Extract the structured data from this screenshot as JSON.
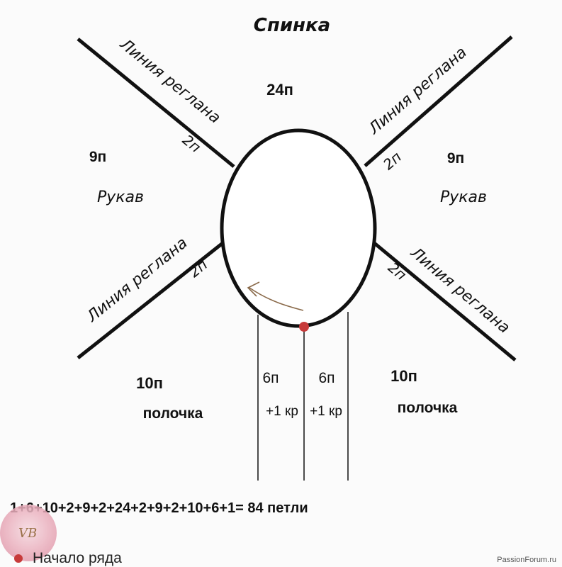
{
  "labels": {
    "back": "Спинка",
    "back_count": "24п",
    "raglan_line": "Линия реглана",
    "two_st": "2п",
    "sleeve_count": "9п",
    "sleeve": "Рукав",
    "front_count": "10п",
    "front": "полочка",
    "center_count": "6п",
    "edge_st": "+1 кр"
  },
  "formula": "1+6+10+2+9+2+24+2+9+2+10+6+1= 84 петли",
  "legend": {
    "start_of_row": "Начало ряда"
  },
  "logo_text": "VB",
  "watermark": "PassionForum.ru",
  "colors": {
    "ink": "#111111",
    "marker": "#c73a3a",
    "arrow": "#8a6a4a"
  }
}
